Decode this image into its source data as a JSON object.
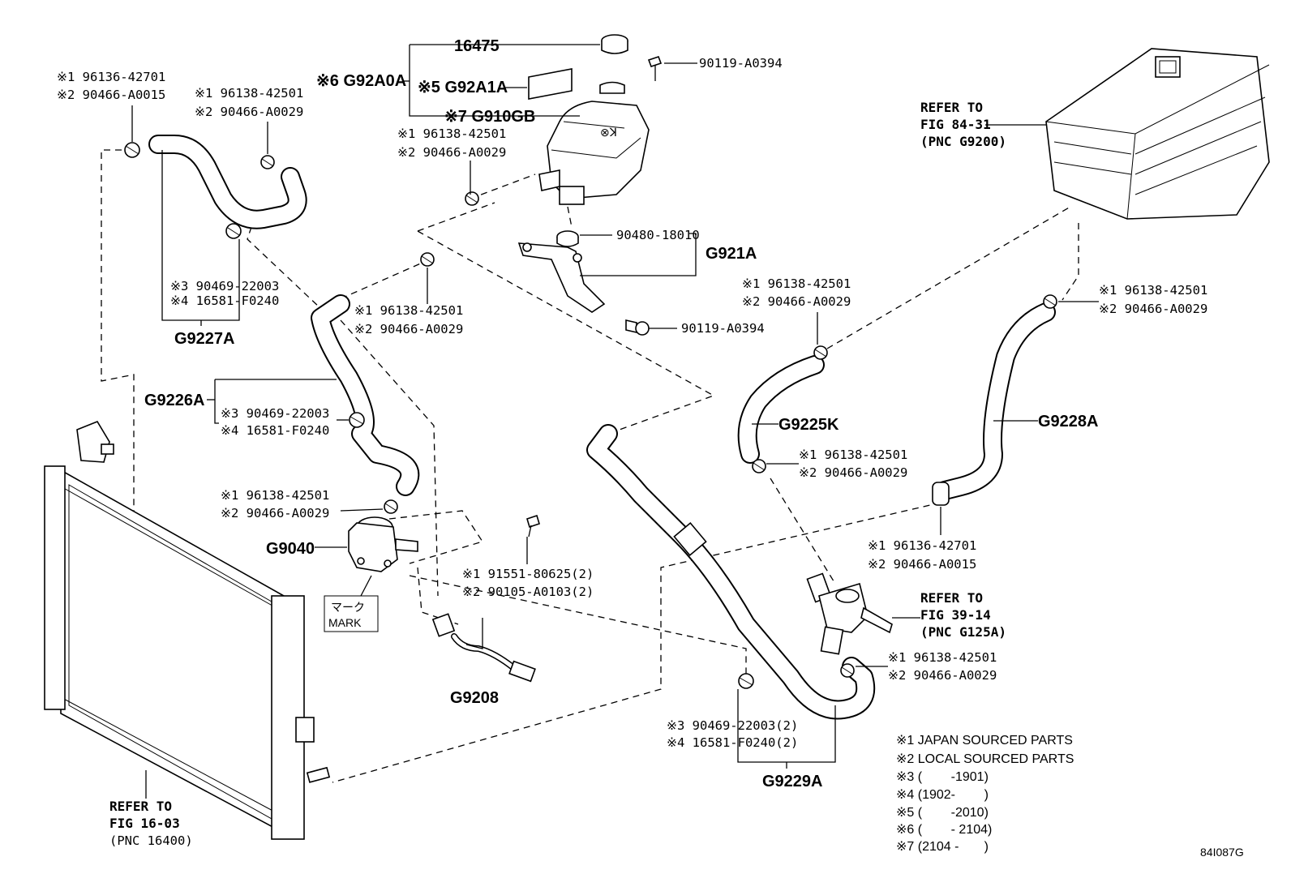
{
  "labels": {
    "l_16475": "16475",
    "l_g92a0a": "※6 G92A0A",
    "l_g92a1a": "※5 G92A1A",
    "l_g910gb": "※7 G910GB",
    "l_90119_top": "90119-A0394",
    "l_res_clip1": "※1 96138-42501",
    "l_res_clip2": "※2 90466-A0029",
    "l_90480": "90480-18010",
    "l_g921a": "G921A",
    "l_90119_bot": "90119-A0394",
    "l_tl1": "※1 96136-42701",
    "l_tl2": "※2 90466-A0015",
    "l_tc1": "※1 96138-42501",
    "l_tc2": "※2 90466-A0029",
    "l_g9227a_3": "※3 90469-22003",
    "l_g9227a_4": "※4 16581-F0240",
    "l_g9227a": "G9227A",
    "l_mid1": "※1 96138-42501",
    "l_mid2": "※2 90466-A0029",
    "l_g9226a": "G9226A",
    "l_g9226a_3": "※3 90469-22003",
    "l_g9226a_4": "※4 16581-F0240",
    "l_pump1": "※1 96138-42501",
    "l_pump2": "※2 90466-A0029",
    "l_g9040": "G9040",
    "l_bolt1": "※1 91551-80625(2)",
    "l_bolt2": "※2 90105-A0103(2)",
    "l_mark_jp": "マーク",
    "l_mark_en": "MARK",
    "l_g9208": "G9208",
    "l_inv_ref1": "REFER TO",
    "l_inv_ref2": "FIG 84-31",
    "l_inv_ref3": "(PNC G9200)",
    "l_r1": "※1 96138-42501",
    "l_r2": "※2 90466-A0029",
    "l_c1": "※1 96138-42501",
    "l_c2": "※2 90466-A0029",
    "l_g9225k": "G9225K",
    "l_g9228a": "G9228A",
    "l_ck1": "※1 96138-42501",
    "l_ck2": "※2 90466-A0029",
    "l_rb1": "※1 96136-42701",
    "l_rb2": "※2 90466-A0015",
    "l_valve_ref1": "REFER TO",
    "l_valve_ref2": "FIG 39-14",
    "l_valve_ref3": "(PNC G125A)",
    "l_v1": "※1 96138-42501",
    "l_v2": "※2 90466-A0029",
    "l_g9229a_3": "※3 90469-22003(2)",
    "l_g9229a_4": "※4 16581-F0240(2)",
    "l_g9229a": "G9229A",
    "l_rad_ref1": "REFER TO",
    "l_rad_ref2": "FIG 16-03",
    "l_rad_ref3": "(PNC 16400)",
    "l_fig": "84I087G"
  },
  "notes": [
    "※1 JAPAN SOURCED PARTS",
    "※2 LOCAL SOURCED PARTS",
    "※3 (        -1901)",
    "※4 (1902-        )",
    "※5 (        -2010)",
    "※6 (        - 2104)",
    "※7 (2104 -       )"
  ]
}
